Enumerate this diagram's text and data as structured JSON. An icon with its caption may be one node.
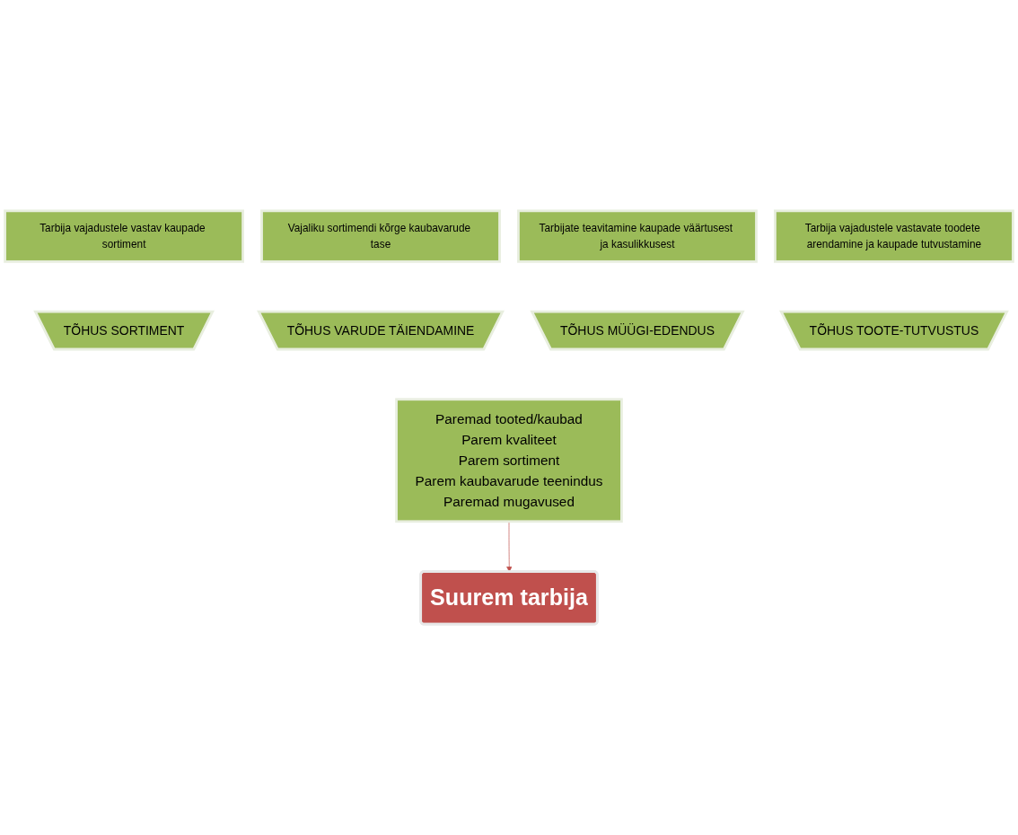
{
  "diagram": {
    "nodes": [
      {
        "text": [
          "Tarbija vajadustele vastav kaupade sortiment"
        ]
      },
      {
        "text": [
          "Vajaliku sortimendi kõrge kaubavarude tase"
        ]
      },
      {
        "text": [
          "Tarbijate teavitamine kaupade väärtusest ja kasulikkusest"
        ]
      },
      {
        "text": [
          "Tarbija vajadustele vastavate toodete arendamine ja kaupade tutvustamine"
        ]
      },
      {
        "text": [
          "TÕHUS SORTIMENT"
        ]
      },
      {
        "text": [
          "TÕHUS VARUDE TÄIENDAMINE"
        ]
      },
      {
        "text": [
          "TÕHUS MÜÜGI-EDENDUS"
        ]
      },
      {
        "text": [
          "TÕHUS TOOTE-TUTVUSTUS"
        ]
      },
      {
        "text": [
          "Paremad tooted/kaubad",
          "Parem kvaliteet",
          "Parem sortiment",
          "Parem kaubavarude teenindus",
          "Paremad mugavused"
        ]
      },
      {
        "text": [
          "Suurem tarbija"
        ]
      }
    ],
    "edges": [
      {
        "from": 8,
        "to": 9,
        "arrow": "to",
        "color": "#c0504d"
      }
    ]
  }
}
